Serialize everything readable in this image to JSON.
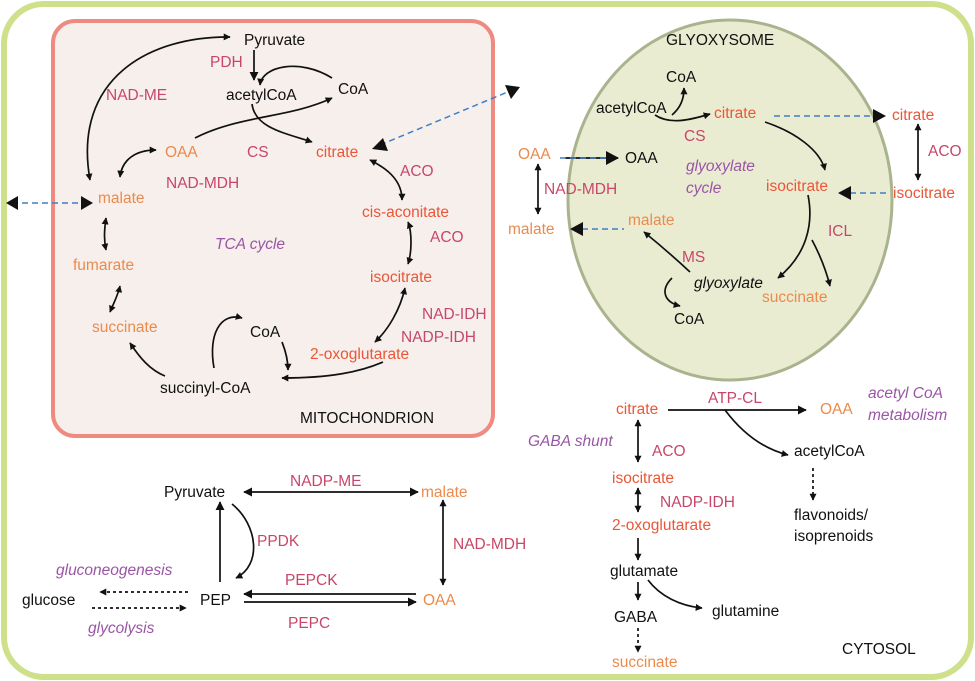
{
  "colors": {
    "cell_border": "#cfe08a",
    "mito_fill": "#f6efec",
    "mito_border": "#ef8a80",
    "glyoxysome_fill": "#eaecd2",
    "glyoxysome_border": "#a9b48f",
    "metabolite_black": "#111111",
    "metabolite_orange": "#ec8a4c",
    "metabolite_red": "#ea5637",
    "enzyme": "#c8466a",
    "pathway_label": "#9a55a6",
    "transport_arrow": "#3f7fc6"
  },
  "compartments": {
    "mitochondrion": "MITOCHONDRION",
    "glyoxysome": "GLYOXYSOME",
    "cytosol": "CYTOSOL"
  },
  "mito": {
    "pyruvate": "Pyruvate",
    "pdh": "PDH",
    "acetylcoa": "acetylCoA",
    "coa_top": "CoA",
    "nad_me": "NAD-ME",
    "oaa": "OAA",
    "cs": "CS",
    "citrate": "citrate",
    "nad_mdh": "NAD-MDH",
    "aco1": "ACO",
    "malate": "malate",
    "cis_aconitate": "cis-aconitate",
    "aco2": "ACO",
    "tca_cycle": "TCA cycle",
    "fumarate": "fumarate",
    "isocitrate": "isocitrate",
    "nad_idh": "NAD-IDH",
    "nadp_idh": "NADP-IDH",
    "succinate": "succinate",
    "coa_bottom": "CoA",
    "oxoglutarate": "2-oxoglutarate",
    "succinyl_coa": "succinyl-CoA"
  },
  "glyox": {
    "coa_top": "CoA",
    "acetylcoa": "acetylCoA",
    "citrate": "citrate",
    "cs": "CS",
    "oaa": "OAA",
    "cycle1": "glyoxylate",
    "cycle2": "cycle",
    "isocitrate": "isocitrate",
    "malate": "malate",
    "icl": "ICL",
    "ms": "MS",
    "glyoxylate": "glyoxylate",
    "succinate": "succinate",
    "coa_bottom": "CoA"
  },
  "cyto_right": {
    "citrate_top": "citrate",
    "aco_side": "ACO",
    "isocitrate_side": "isocitrate",
    "oaa_left": "OAA",
    "nad_mdh": "NAD-MDH",
    "malate_left": "malate"
  },
  "cyto_bottom_right": {
    "citrate": "citrate",
    "atp_cl": "ATP-CL",
    "oaa": "OAA",
    "acetyl_coa_metab1": "acetyl CoA",
    "acetyl_coa_metab2": "metabolism",
    "gaba_shunt": "GABA shunt",
    "aco": "ACO",
    "acetylcoa": "acetylCoA",
    "isocitrate": "isocitrate",
    "nadp_idh": "NADP-IDH",
    "oxoglutarate": "2-oxoglutarate",
    "flavonoids": "flavonoids/",
    "isoprenoids": "isoprenoids",
    "glutamate": "glutamate",
    "gaba": "GABA",
    "glutamine": "glutamine",
    "succinate": "succinate"
  },
  "cyto_bottom_left": {
    "pyruvate": "Pyruvate",
    "nadp_me": "NADP-ME",
    "malate": "malate",
    "ppdk": "PPDK",
    "nad_mdh": "NAD-MDH",
    "gluconeogenesis": "gluconeogenesis",
    "pepck": "PEPCK",
    "glucose": "glucose",
    "pep": "PEP",
    "oaa": "OAA",
    "glycolysis": "glycolysis",
    "pepc": "PEPC"
  }
}
